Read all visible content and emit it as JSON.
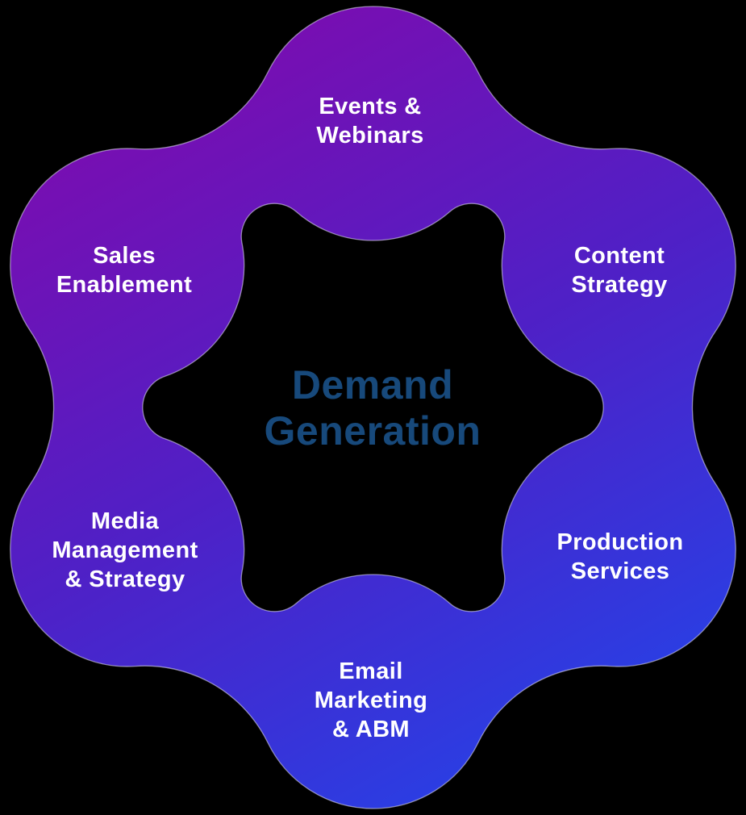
{
  "diagram": {
    "title": "Demand\nGeneration",
    "title_color": "#17497B",
    "background_color": "#000000",
    "node_text_color": "#FFFFFF",
    "gradient": {
      "start": "#7F0BAE",
      "mid": "#4F20C6",
      "end": "#2443E8"
    },
    "nodes": [
      {
        "id": "events-webinars",
        "label": "Events &\nWebinars",
        "position": "top"
      },
      {
        "id": "content-strategy",
        "label": "Content\nStrategy",
        "position": "upper-right"
      },
      {
        "id": "production-services",
        "label": "Production\nServices",
        "position": "lower-right"
      },
      {
        "id": "email-marketing-abm",
        "label": "Email\nMarketing\n& ABM",
        "position": "bottom"
      },
      {
        "id": "media-management-strategy",
        "label": "Media\nManagement\n& Strategy",
        "position": "lower-left"
      },
      {
        "id": "sales-enablement",
        "label": "Sales\nEnablement",
        "position": "upper-left"
      }
    ]
  }
}
